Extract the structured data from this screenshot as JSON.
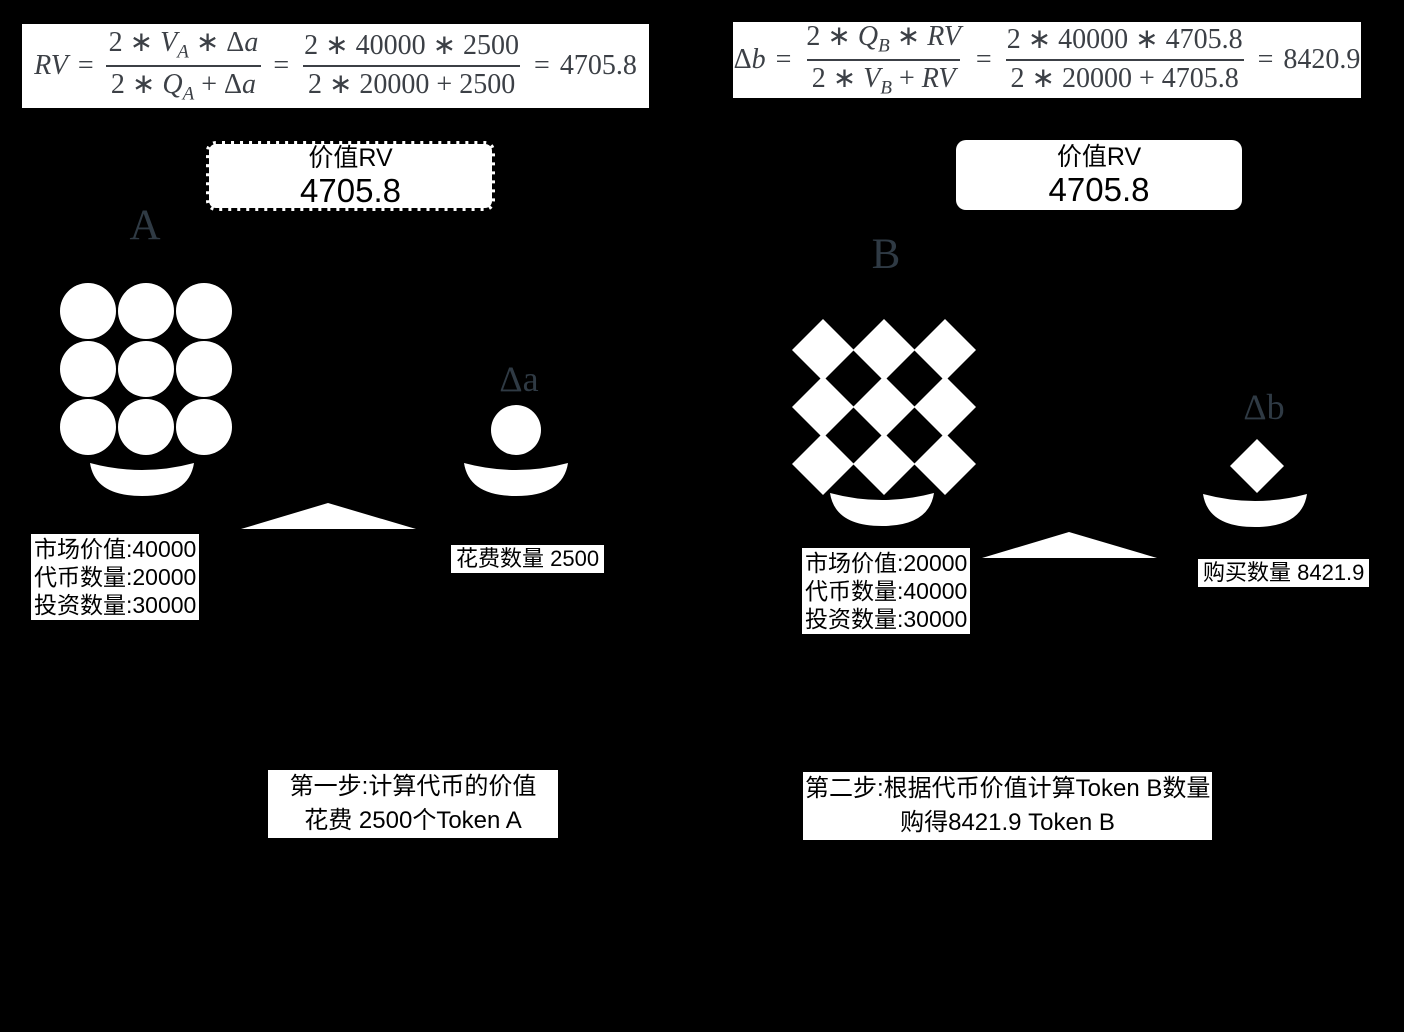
{
  "symbols": {
    "eq": "="
  },
  "formula_left": {
    "lhs_var": "RV",
    "f1": {
      "num": {
        "t1": "2 ∗ ",
        "v": "V",
        "s": "A",
        "t2": " ∗ Δ",
        "t3": "a"
      },
      "den": {
        "t1": "2 ∗ ",
        "v": "Q",
        "s": "A",
        "t2": " + Δ",
        "t3": "a"
      }
    },
    "f2": {
      "num": "2 ∗ 40000 ∗ 2500",
      "den": "2 ∗ 20000 + 2500"
    },
    "result": "4705.8"
  },
  "formula_right": {
    "lhs_t1": "Δ",
    "lhs_var": "b",
    "f1": {
      "num": {
        "t1": "2 ∗ ",
        "v": "Q",
        "s": "B",
        "t2": " ∗ ",
        "t3": "RV"
      },
      "den": {
        "t1": "2 ∗ ",
        "v": "V",
        "s": "B",
        "t2": " + ",
        "t3": "RV"
      }
    },
    "f2": {
      "num": "2 ∗ 40000 ∗ 4705.8",
      "den": "2 ∗ 20000 + 4705.8"
    },
    "result": "8420.9"
  },
  "rv_box_left": {
    "title": "价值RV",
    "value": "4705.8"
  },
  "rv_box_right": {
    "title": "价值RV",
    "value": "4705.8"
  },
  "labels": {
    "token_a": "A",
    "token_b": "B",
    "delta_a": "Δa",
    "delta_b": "Δb"
  },
  "info_left": {
    "line1": "市场价值:40000",
    "line2": "代币数量:20000",
    "line3": "投资数量:30000"
  },
  "info_right": {
    "line1": "市场价值:20000",
    "line2": "代币数量:40000",
    "line3": "投资数量:30000"
  },
  "spend_label": "花费数量 2500",
  "buy_label": "购买数量 8421.9",
  "step_left": {
    "line1": "第一步:计算代币的价值",
    "line2": "花费 2500个Token A"
  },
  "step_right": {
    "line1": "第二步:根据代币价值计算Token B数量",
    "line2": "购得8421.9 Token B"
  },
  "colors": {
    "background": "#000000",
    "box_fill": "#ffffff",
    "text": "#000000",
    "formula_text": "#3c4046",
    "pile_label_text": "#2f3a44",
    "shape_fill": "#ffffff"
  }
}
